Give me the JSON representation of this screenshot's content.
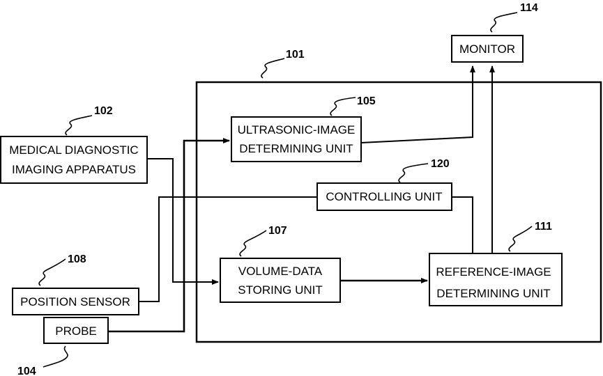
{
  "blocks": {
    "monitor": {
      "label": "MONITOR"
    },
    "medical_apparatus": {
      "line1": "MEDICAL DIAGNOSTIC",
      "line2": "IMAGING APPARATUS"
    },
    "ultrasonic_unit": {
      "line1": "ULTRASONIC-IMAGE",
      "line2": "DETERMINING UNIT"
    },
    "controlling_unit": {
      "label": "CONTROLLING UNIT"
    },
    "volume_data_unit": {
      "line1": "VOLUME-DATA",
      "line2": "STORING UNIT"
    },
    "reference_unit": {
      "line1": "REFERENCE-IMAGE",
      "line2": "DETERMINING UNIT"
    },
    "position_sensor": {
      "label": "POSITION SENSOR"
    },
    "probe": {
      "label": "PROBE"
    }
  },
  "refs": {
    "monitor": "114",
    "system": "101",
    "medical_apparatus": "102",
    "ultrasonic_unit": "105",
    "controlling_unit": "120",
    "volume_data_unit": "107",
    "reference_unit": "111",
    "position_sensor": "108",
    "probe": "104"
  }
}
